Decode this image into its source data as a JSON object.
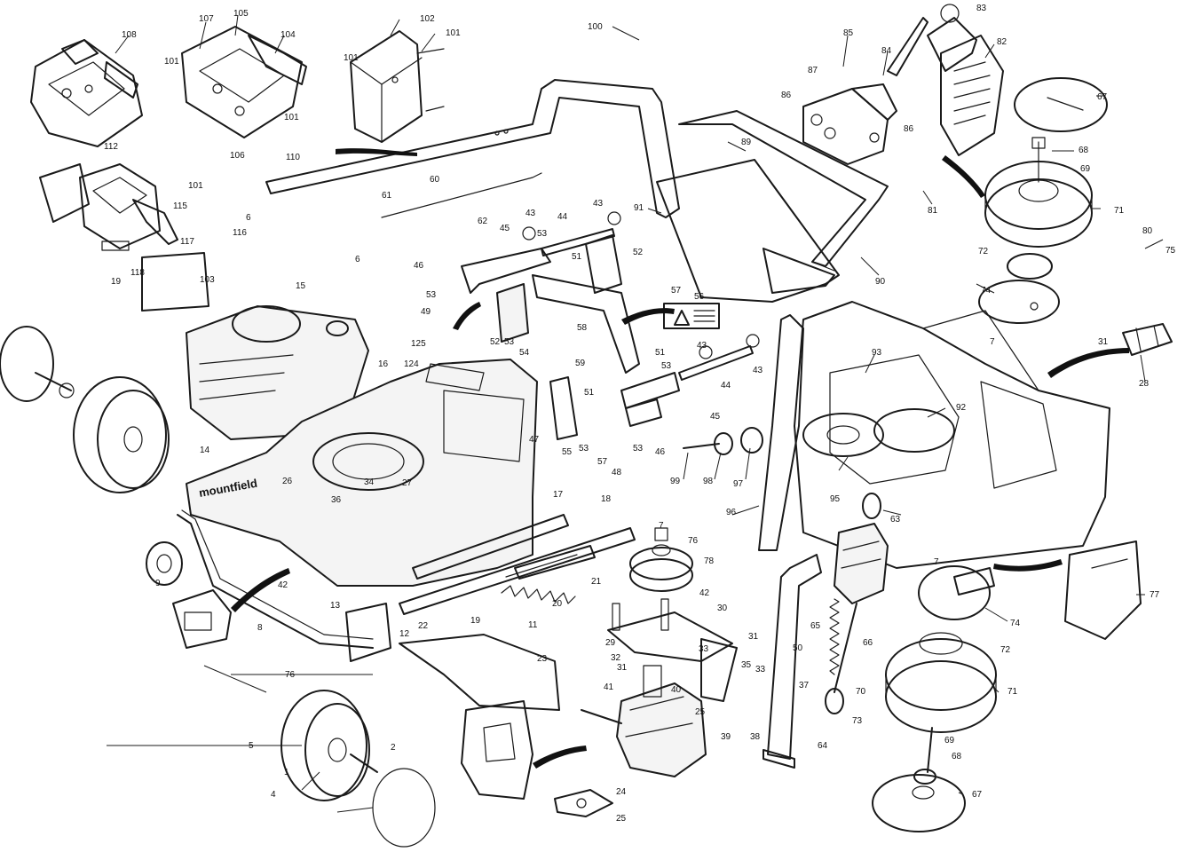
{
  "diagram": {
    "brand_text": "mountfield",
    "warning_symbol": "warning-triangle-icon",
    "callouts": {
      "c1": "1",
      "c2": "2",
      "c4": "4",
      "c5": "5",
      "c6": "6",
      "c7": "7",
      "c8": "8",
      "c9": "9",
      "c11": "11",
      "c12": "12",
      "c13": "13",
      "c14": "14",
      "c15": "15",
      "c16": "16",
      "c17": "17",
      "c18": "18",
      "c19": "19",
      "c20": "20",
      "c21": "21",
      "c22": "22",
      "c23": "23",
      "c24": "24",
      "c25": "25",
      "c26": "26",
      "c27": "27",
      "c28": "28",
      "c29": "29",
      "c30": "30",
      "c31": "31",
      "c32": "32",
      "c33": "33",
      "c34": "34",
      "c35": "35",
      "c36": "36",
      "c37": "37",
      "c38": "38",
      "c39": "39",
      "c40": "40",
      "c41": "41",
      "c42": "42",
      "c43": "43",
      "c44": "44",
      "c45": "45",
      "c46": "46",
      "c47": "47",
      "c48": "48",
      "c49": "49",
      "c50": "50",
      "c51": "51",
      "c52": "52",
      "c53": "53",
      "c54": "54",
      "c55": "55",
      "c56": "56",
      "c57": "57",
      "c58": "58",
      "c59": "59",
      "c60": "60",
      "c61": "61",
      "c62": "62",
      "c63": "63",
      "c64": "64",
      "c65": "65",
      "c66": "66",
      "c67": "67",
      "c68": "68",
      "c69": "69",
      "c70": "70",
      "c71": "71",
      "c72": "72",
      "c73": "73",
      "c74": "74",
      "c75": "75",
      "c76": "76",
      "c77": "77",
      "c78": "78",
      "c80": "80",
      "c81": "81",
      "c82": "82",
      "c83": "83",
      "c84": "84",
      "c85": "85",
      "c86": "86",
      "c87": "87",
      "c89": "89",
      "c90": "90",
      "c91": "91",
      "c92": "92",
      "c93": "93",
      "c95": "95",
      "c96": "96",
      "c97": "97",
      "c98": "98",
      "c99": "99",
      "c100": "100",
      "c101": "101",
      "c102": "102",
      "c103": "103",
      "c104": "104",
      "c105": "105",
      "c106": "106",
      "c107": "107",
      "c108": "108",
      "c110": "110",
      "c112": "112",
      "c115": "115",
      "c116": "116",
      "c117": "117",
      "c118": "118",
      "c124": "124",
      "c125": "125"
    }
  }
}
